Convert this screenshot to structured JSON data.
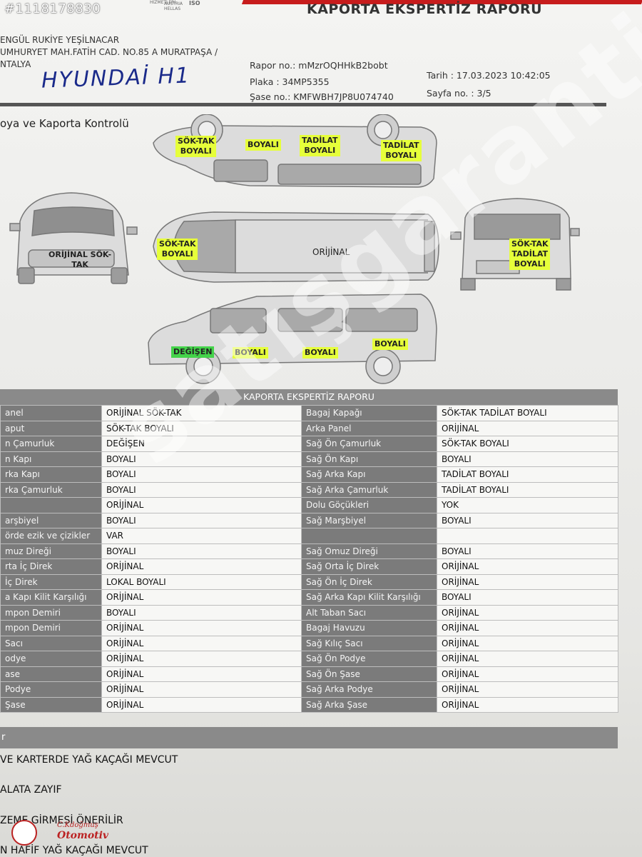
{
  "listing_id": "#1118178830",
  "header": {
    "title": "KAPORTA EKSPERTİZ RAPORU",
    "logos": [
      "HİZMETLERİ",
      "AUSTRIA HELLAS",
      "ISO"
    ]
  },
  "address": {
    "line1": "ENGÜL RUKİYE YEŞİLNACAR",
    "line2": "UMHURYET MAH.FATİH CAD. NO.85 A MURATPAŞA /",
    "line3": "NTALYA"
  },
  "handwritten_model": "HYUNDAİ H1",
  "meta": {
    "rapor_no": "Rapor no.: mMzrOQHHkB2bobt",
    "plaka": "Plaka : 34MP5355",
    "sase_no": "Şase no.: KMFWBH7JP8U074740",
    "tarih": "Tarih : 17.03.2023 10:42:05",
    "sayfa": "Sayfa no. : 3/5"
  },
  "diagram": {
    "section_title": "oya ve Kaporta Kontrolü",
    "top_view_tags": [
      "SÖK-TAK\nBOYALI",
      "BOYALI",
      "TADİLAT\nBOYALI",
      "TADİLAT\nBOYALI"
    ],
    "front_tag": "ORİJİNAL SÖK-\nTAK",
    "roof_left_tag": "SÖK-TAK\nBOYALI",
    "roof_center_tag": "ORİJİNAL",
    "rear_tag": "SÖK-TAK\nTADİLAT\nBOYALI",
    "bottom_view_tags": [
      "DEĞİŞEN",
      "BOYALI",
      "BOYALI",
      "BOYALI"
    ]
  },
  "watermark": "satışgaranti",
  "table": {
    "title": "KAPORTA EKSPERTİZ RAPORU",
    "rows": [
      [
        "anel",
        "ORİJİNAL SÖK-TAK",
        "Bagaj Kapağı",
        "SÖK-TAK TADİLAT BOYALI"
      ],
      [
        "aput",
        "SÖK-TAK BOYALI",
        "Arka Panel",
        "ORİJİNAL"
      ],
      [
        "n Çamurluk",
        "DEĞİŞEN",
        "Sağ Ön Çamurluk",
        "SÖK-TAK BOYALI"
      ],
      [
        "n Kapı",
        "BOYALI",
        "Sağ Ön Kapı",
        "BOYALI"
      ],
      [
        "rka Kapı",
        "BOYALI",
        "Sağ Arka Kapı",
        "TADİLAT BOYALI"
      ],
      [
        "rka Çamurluk",
        "BOYALI",
        "Sağ Arka Çamurluk",
        "TADİLAT BOYALI"
      ],
      [
        "",
        "ORİJİNAL",
        "Dolu Göçükleri",
        "YOK"
      ],
      [
        "arşbiyel",
        "BOYALI",
        "Sağ Marşbiyel",
        "BOYALI"
      ],
      [
        "örde ezik ve çizikler",
        "VAR",
        "",
        ""
      ],
      [
        "muz Direği",
        "BOYALI",
        "Sağ Omuz Direği",
        "BOYALI"
      ],
      [
        "rta İç Direk",
        "ORİJİNAL",
        "Sağ Orta İç Direk",
        "ORİJİNAL"
      ],
      [
        "İç Direk",
        "LOKAL BOYALI",
        "Sağ Ön İç Direk",
        "ORİJİNAL"
      ],
      [
        "a Kapı Kilit Karşılığı",
        "ORİJİNAL",
        "Sağ Arka Kapı Kilit Karşılığı",
        "BOYALI"
      ],
      [
        "mpon Demiri",
        "BOYALI",
        "Alt Taban Sacı",
        "ORİJİNAL"
      ],
      [
        "mpon Demiri",
        "ORİJİNAL",
        "Bagaj Havuzu",
        "ORİJİNAL"
      ],
      [
        "Sacı",
        "ORİJİNAL",
        "Sağ Kılıç Sacı",
        "ORİJİNAL"
      ],
      [
        "odye",
        "ORİJİNAL",
        "Sağ Ön Podye",
        "ORİJİNAL"
      ],
      [
        "ase",
        "ORİJİNAL",
        "Sağ Ön Şase",
        "ORİJİNAL"
      ],
      [
        "Podye",
        "ORİJİNAL",
        "Sağ Arka Podye",
        "ORİJİNAL"
      ],
      [
        "Şase",
        "ORİJİNAL",
        "Sağ Arka Şase",
        "ORİJİNAL"
      ]
    ]
  },
  "notes": {
    "bar_label": "r",
    "items": [
      "VE KARTERDE YAĞ KAÇAĞI MEVCUT",
      "ALATA ZAYIF",
      "ZEME GİRMESİ ÖNERİLİR",
      "N HAFİF YAĞ KAÇAĞI MEVCUT"
    ]
  },
  "stamp": {
    "line1": "C.Kdoğmuş",
    "line2": "Otomotiv"
  },
  "colors": {
    "highlight_yellow": "#e6ff3a",
    "highlight_green": "#44d34a",
    "table_label_bg": "#7b7b7b",
    "header_strip": "#c71c1c",
    "handwriting_ink": "#1a2a8a"
  }
}
